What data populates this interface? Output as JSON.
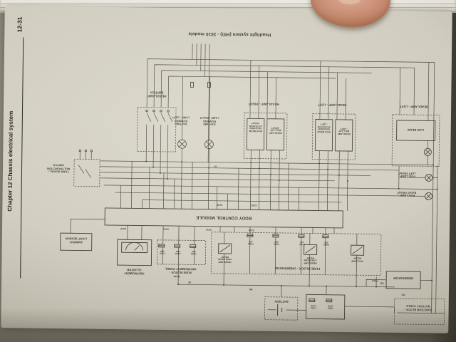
{
  "photo": {
    "page_bg": "#d3cfc2",
    "ink": "#3b382f",
    "skin": "#c58d73"
  },
  "page": {
    "number": "12-31",
    "chapter": "Chapter 12  Chassis electrical system",
    "title": "Headlight system (HID) - 2010 models"
  },
  "components": {
    "headlamp_switch": "HEADLAMP\nSWITCH",
    "daytime_left": "DAYTIME\nRUNNING\nLAMP - LEFT",
    "daytime_right": "DAYTIME\nRUNNING\nLAMP - RIGHT",
    "headlamp_right": "HEADLAMP - RIGHT",
    "headlamp_left": "HEADLAMP - LEFT",
    "hb_sol_right": "HIGH BEAM\nSOLENOID\nACTUATOR\n- RIGHT",
    "ballast_right": "HEADLAMP\nBALLAST\n- RIGHT",
    "hb_sol_left": "HIGH BEAM\nSOLENOID\nACTUATOR\n- LEFT",
    "ballast_left": "HEADLAMP\nBALLAST\n- LEFT",
    "low_beam": "LOW BEAM",
    "fog_left": "FOG LAMP -\nLEFT FRONT",
    "fog_right": "FOG LAMP -\nRIGHT FRONT",
    "turn_signal": "TURN SIGNAL /\nMULTIFUNCTION\nSWITCH",
    "bcm": "BODY CONTROL MODULE",
    "ambient": "AMBIENT\nLIGHT SENSOR",
    "cluster": "INSTRUMENT\nCLUSTER",
    "fuse_block_ip": "FUSE BLOCK -\nINSTRUMENT PANEL",
    "fuse_block_uh": "FUSE BLOCK - UNDERHOOD",
    "relay_high": "HEADLAMP\nHIGH BEAM\nRELAY",
    "relay_low": "HEADLAMP\nLOW BEAM\nRELAY",
    "relay_fog": "FOG LAMP\nRELAY",
    "generator": "GENERATOR",
    "battery": "BATTERY",
    "junction": "JUNCTION BLOCK -\nBATTERY CABLE"
  },
  "fuses": {
    "f5du": "F5DU\n10A",
    "f6du": "F6DU\n20A",
    "f7du": "F7DU\n15A",
    "f8du": "F8DU\n25A",
    "f2ds": "F2DS\n25A",
    "f3ds": "F3DS\n30A",
    "f4ds": "F4DS\n20A",
    "f7ba": "F7BA\n100A",
    "f8ba": "F8BA\n100A",
    "f1da": "F1DA"
  },
  "connectors": {
    "x210": "X210",
    "x212": "X212",
    "x216": "X216",
    "x218": "X218",
    "x108": "X108",
    "x302": "X302",
    "c50255": "50255"
  },
  "wire_labels": {
    "rd": "RD",
    "bk": "BK",
    "ye": "YE",
    "gy": "GY"
  }
}
